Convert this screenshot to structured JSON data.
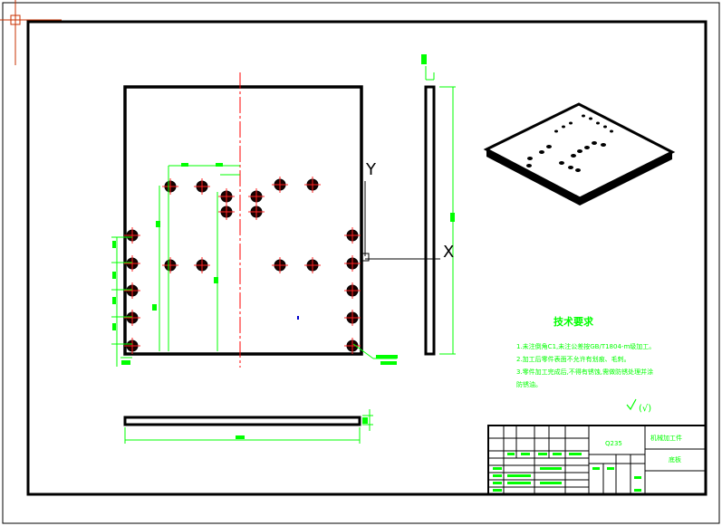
{
  "colors": {
    "background": "#ffffff",
    "border": "#000000",
    "dimension": "#00ff00",
    "hole": "#cc0000",
    "centerline": "#ff0000",
    "cursor": "#c83000"
  },
  "ucs": {
    "x_label": "X",
    "y_label": "Y"
  },
  "tech_req": {
    "title": "技术要求",
    "lines": [
      "1.未注倒角C1,未注公差按GB/T1804-m级加工。",
      "2.加工后零件表面不允许有划痕、毛刺。",
      "3.零件加工完成后,不得有锈蚀,需做防锈处理并涂",
      "防锈油。"
    ]
  },
  "roughness_note": "(√)",
  "title_block": {
    "material": "Q235",
    "company": "机械加工件",
    "drawing_no": "底板"
  },
  "icons": {
    "cursor": "crosshair-cursor-icon",
    "ucs": "ucs-axis-icon"
  }
}
